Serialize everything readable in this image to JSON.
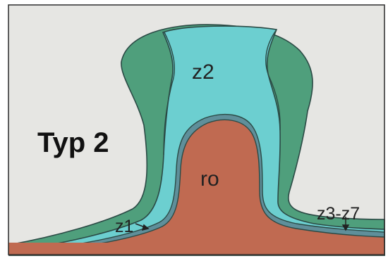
{
  "labels": {
    "type": "Typ 2",
    "zone_z2": "z2",
    "zone_ro": "ro",
    "zone_z1": "z1",
    "zone_z3_z7": "z3-z7"
  },
  "colors": {
    "background": "#e6e6e3",
    "frame": "#2c2c2c",
    "outer_green": "#4f9f7c",
    "cyan_zone": "#6ccfd0",
    "ro_core": "#c06a51",
    "outline": "#2b4a45"
  }
}
